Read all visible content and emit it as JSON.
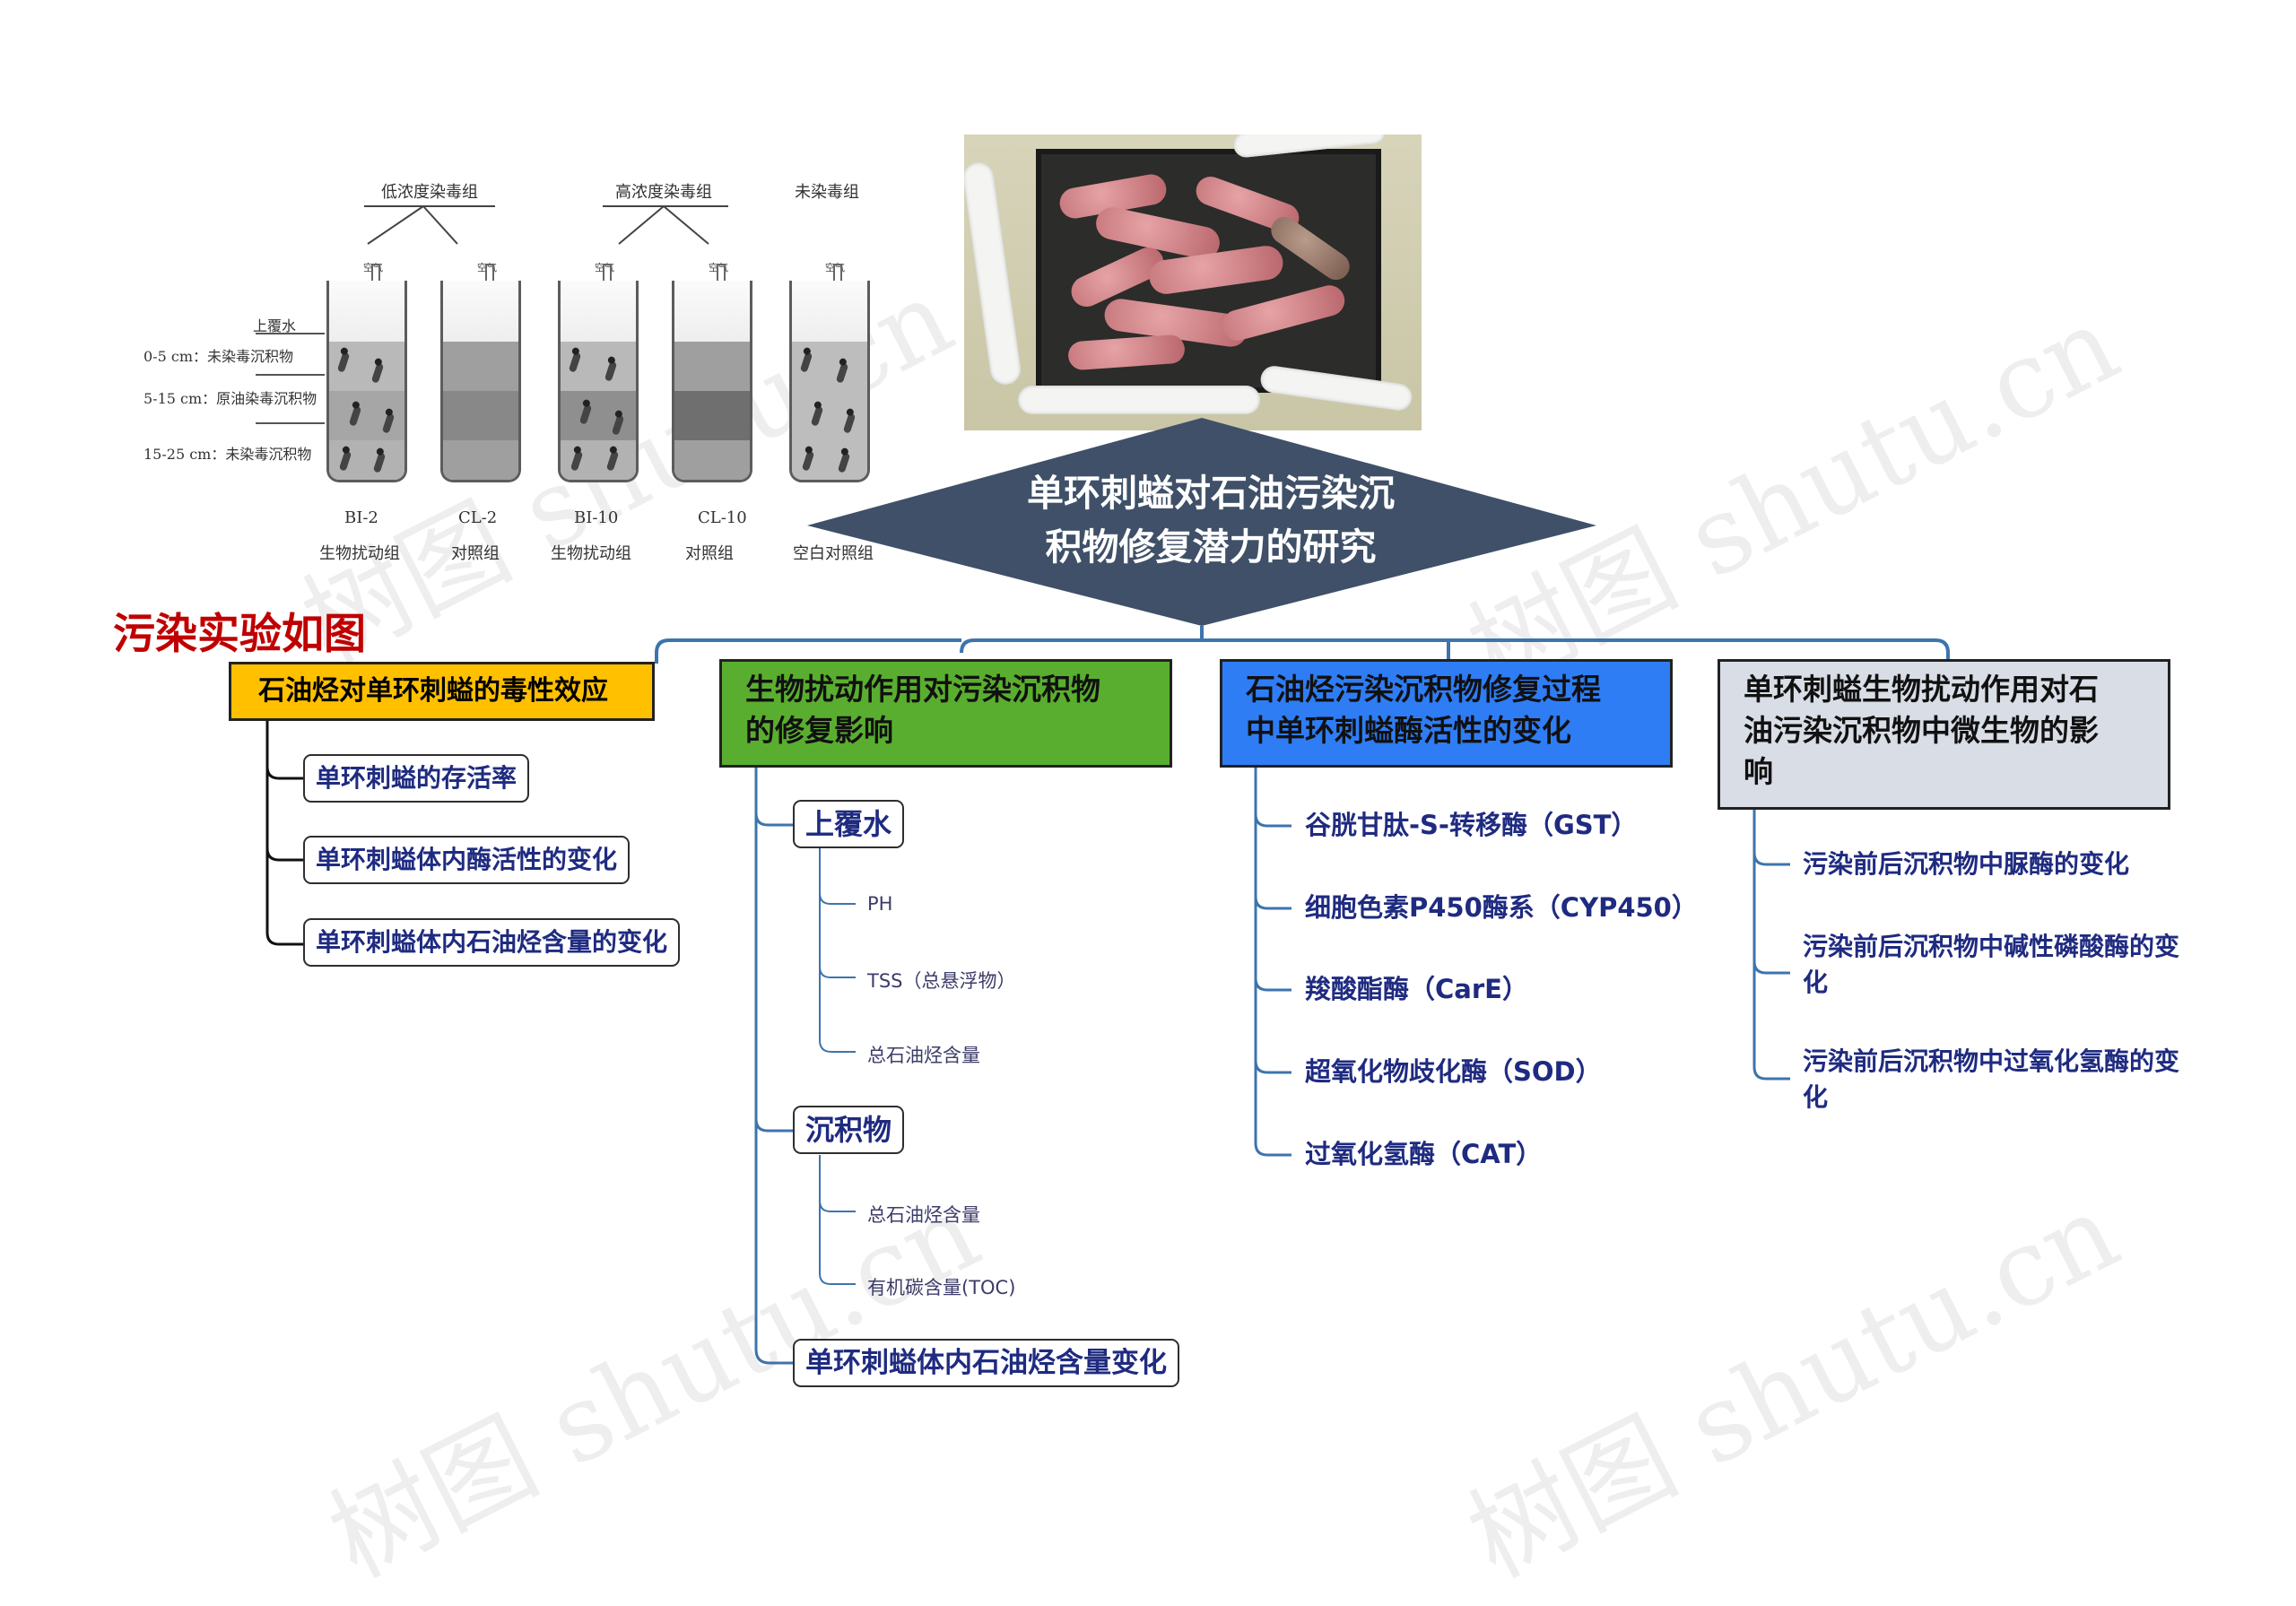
{
  "figure": {
    "groups": [
      "低浓度染毒组",
      "高浓度染毒组",
      "未染毒组"
    ],
    "air_label": "空气",
    "layers": [
      "上覆水",
      "0-5 cm：未染毒沉积物",
      "5-15 cm：原油染毒沉积物",
      "15-25 cm：未染毒沉积物"
    ],
    "columns": [
      {
        "code": "BI-2",
        "label": "生物扰动组"
      },
      {
        "code": "CL-2",
        "label": "对照组"
      },
      {
        "code": "BI-10",
        "label": "生物扰动组"
      },
      {
        "code": "CL-10",
        "label": "对照组"
      },
      {
        "code": "",
        "label": "空白对照组"
      }
    ]
  },
  "caption": "污染实验如图",
  "central_title": "单环刺螠对石油污染沉积物修复潜力的研究",
  "central_title_lines": [
    "单环刺螠对石油污染沉",
    "积物修复潜力的研究"
  ],
  "branches": [
    {
      "title": "石油烃对单环刺螠的毒性效应",
      "color": "#ffc000",
      "children": [
        "单环刺螠的存活率",
        "单环刺螠体内酶活性的变化",
        "单环刺螠体内石油烃含量的变化"
      ]
    },
    {
      "title_lines": [
        "生物扰动作用对污染沉积物",
        "的修复影响"
      ],
      "color": "#5aae2f",
      "groups": [
        {
          "label": "上覆水",
          "items": [
            "PH",
            "TSS（总悬浮物）",
            "总石油烃含量"
          ]
        },
        {
          "label": "沉积物",
          "items": [
            "总石油烃含量",
            "有机碳含量(TOC)"
          ]
        },
        {
          "label": "单环刺螠体内石油烃含量变化",
          "items": []
        }
      ]
    },
    {
      "title_lines": [
        "石油烃污染沉积物修复过程",
        "中单环刺螠酶活性的变化"
      ],
      "color": "#2f7df5",
      "children": [
        "谷胱甘肽-S-转移酶（GST）",
        "细胞色素P450酶系（CYP450）",
        "羧酸酯酶（CarE）",
        "超氧化物歧化酶（SOD）",
        "过氧化氢酶（CAT）"
      ]
    },
    {
      "title_lines": [
        "单环刺螠生物扰动作用对石",
        "油污染沉积物中微生物的影",
        "响"
      ],
      "color": "#d9dde6",
      "children": [
        {
          "lines": [
            "污染前后沉积物中脲酶的变化"
          ]
        },
        {
          "lines": [
            "污染前后沉积物中碱性磷酸酶的变",
            "化"
          ]
        },
        {
          "lines": [
            "污染前后沉积物中过氧化氢酶的变",
            "化"
          ]
        }
      ]
    }
  ],
  "watermark": "树图 shutu.cn",
  "colors": {
    "diamond": "#3f5068",
    "connector": "#3d74ad",
    "caption": "#c00000",
    "node_text": "#1f2b80"
  }
}
